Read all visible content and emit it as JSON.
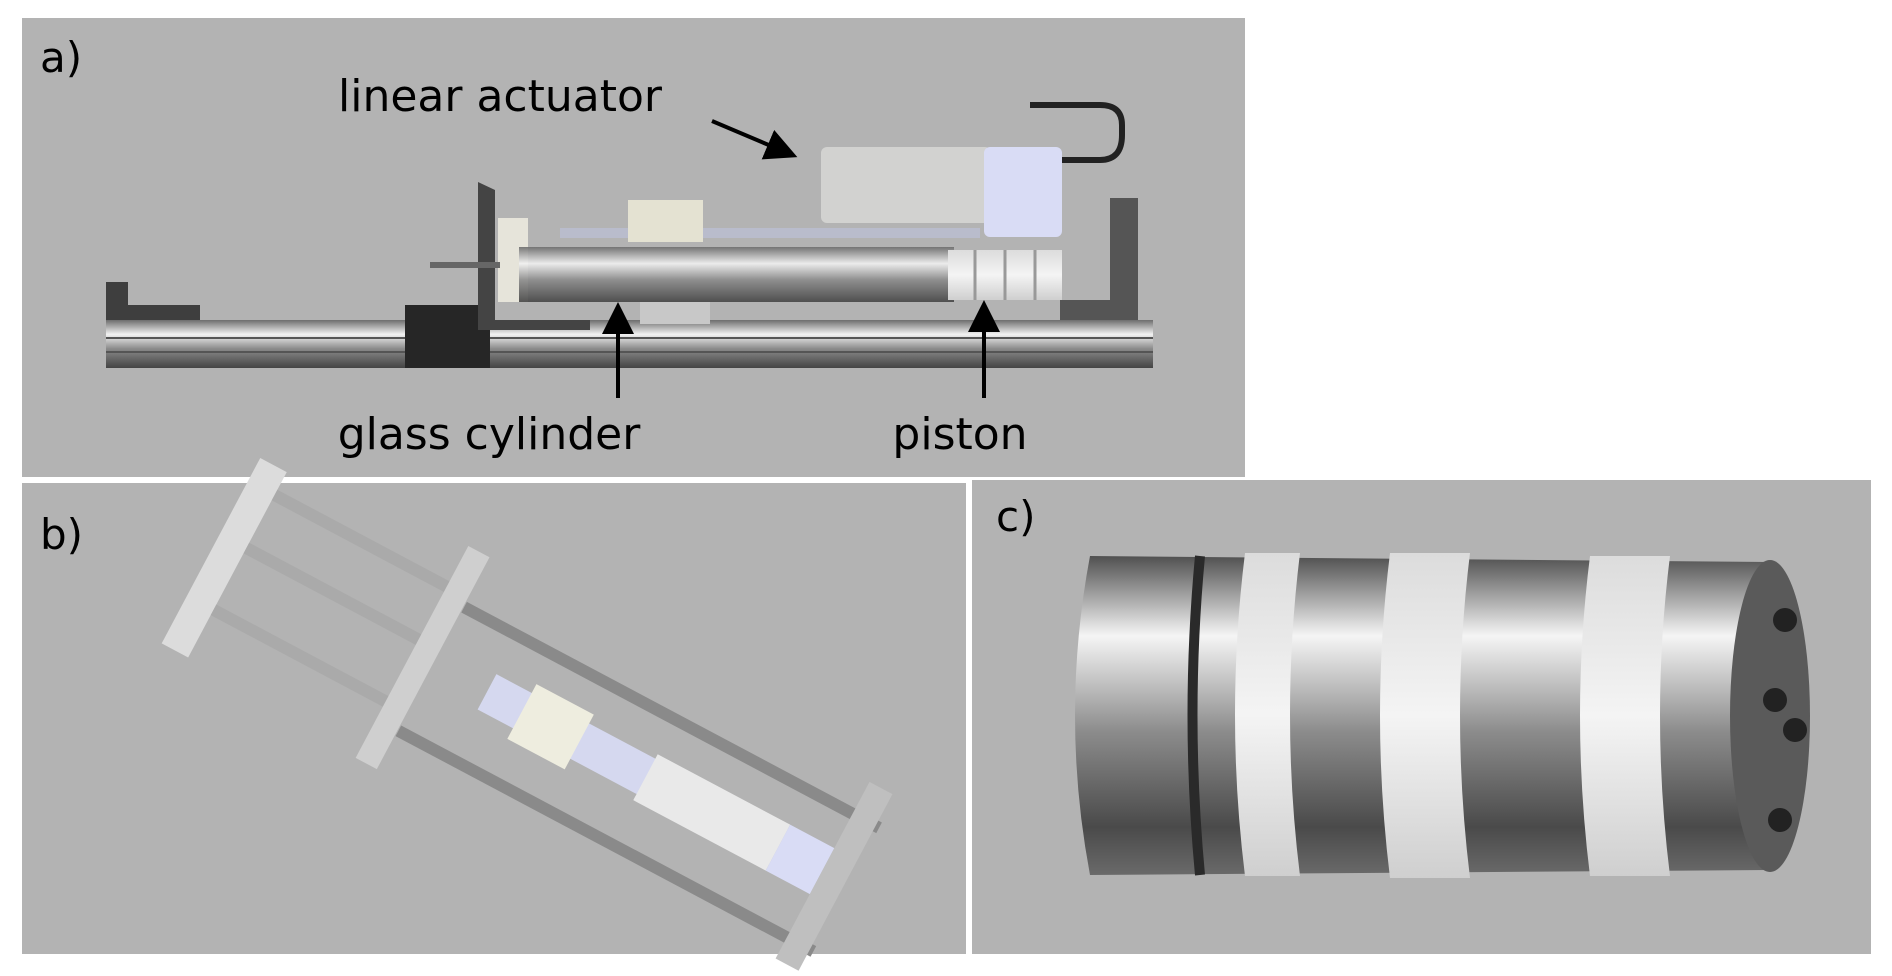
{
  "figure": {
    "panels": [
      {
        "letter": "a)",
        "labels": {
          "actuator": "linear actuator",
          "cylinder": "glass cylinder",
          "piston": "piston"
        }
      },
      {
        "letter": "b)"
      },
      {
        "letter": "c)"
      }
    ],
    "colors": {
      "background": "#b3b3b3",
      "metal": "#9a9a9a",
      "white_part": "#ecebe3",
      "blue_cap": "#d9dcf5",
      "dark_bracket": "#3a3a3a"
    }
  }
}
